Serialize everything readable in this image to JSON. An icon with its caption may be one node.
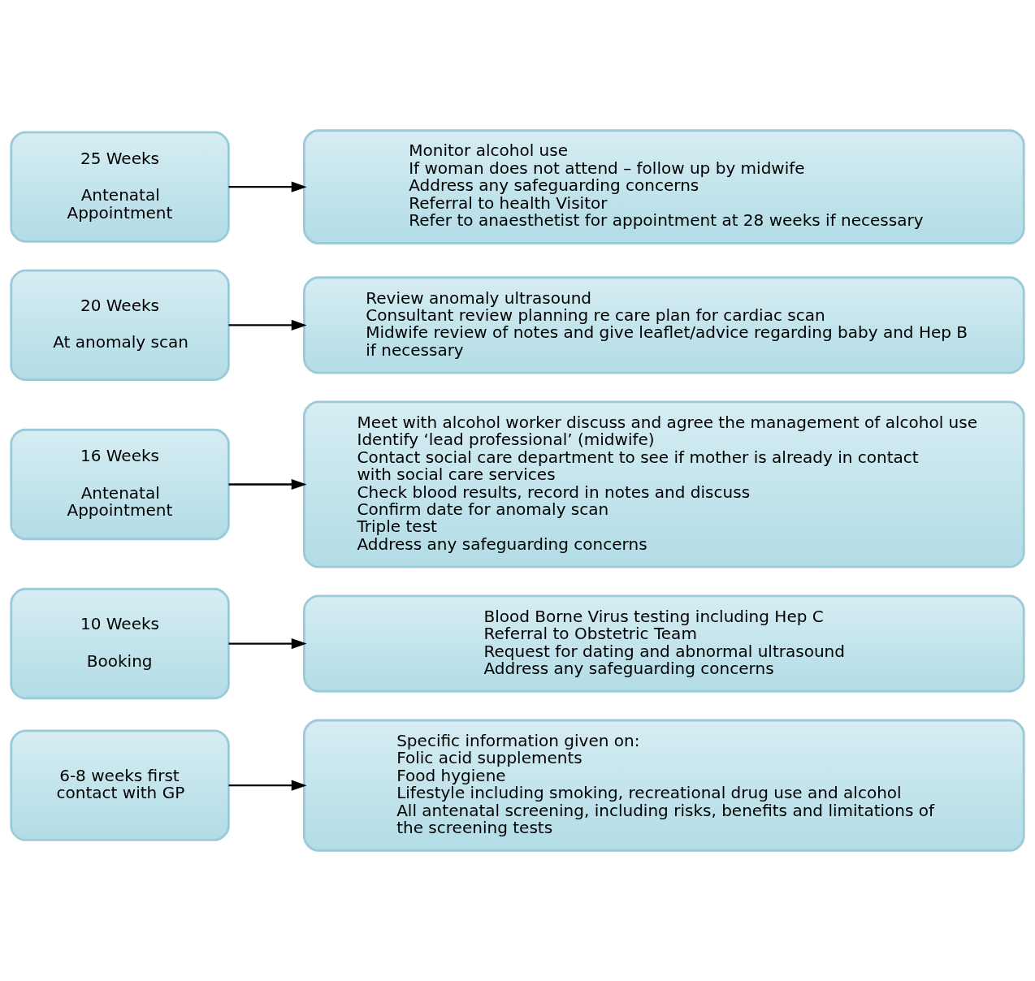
{
  "diagram": {
    "nodes": [
      {
        "text": [
          "6-8 weeks first contact with GP"
        ]
      },
      {
        "text": [
          "Specific information given on:",
          "Folic acid supplements",
          "Food hygiene",
          "Lifestyle including smoking, recreational drug use and alcohol",
          "All antenatal screening, including risks, benefits and limitations of the screening tests"
        ]
      },
      {
        "text": [
          "10 Weeks",
          "Booking"
        ]
      },
      {
        "text": [
          "Blood Borne Virus testing including Hep C",
          "Referral to Obstetric Team",
          "Request for dating and abnormal ultrasound",
          "Address any safeguarding concerns"
        ]
      },
      {
        "text": [
          "16 Weeks",
          "Antenatal Appointment"
        ]
      },
      {
        "text": [
          "Meet with alcohol worker discuss and agree the management of alcohol use",
          "Identify ‘lead professional’ (midwife)",
          "Contact social care department to see if mother is already in contact with social care services",
          "Check blood results, record in notes and discuss",
          "Confirm date for anomaly scan",
          "Triple test",
          "Address any safeguarding concerns"
        ]
      },
      {
        "text": [
          "20 Weeks",
          "At anomaly scan"
        ]
      },
      {
        "text": [
          "Review anomaly ultrasound",
          "Consultant review planning re care plan for cardiac scan",
          "Midwife review of notes and give leaflet/advice regarding baby and Hep B if necessary"
        ]
      },
      {
        "text": [
          "25 Weeks",
          "Antenatal Appointment"
        ]
      },
      {
        "text": [
          "Monitor alcohol use",
          "If woman does not attend – follow up by midwife",
          "Address any safeguarding concerns",
          "Referral to health Visitor",
          "Refer to anaesthetist for appointment at 28 weeks if necessary"
        ]
      }
    ],
    "edges": [
      {
        "from": 0,
        "to": 1,
        "arrow": "to"
      },
      {
        "from": 2,
        "to": 3,
        "arrow": "to"
      },
      {
        "from": 4,
        "to": 5,
        "arrow": "to"
      },
      {
        "from": 6,
        "to": 7,
        "arrow": "to"
      },
      {
        "from": 8,
        "to": 9,
        "arrow": "to"
      }
    ]
  }
}
